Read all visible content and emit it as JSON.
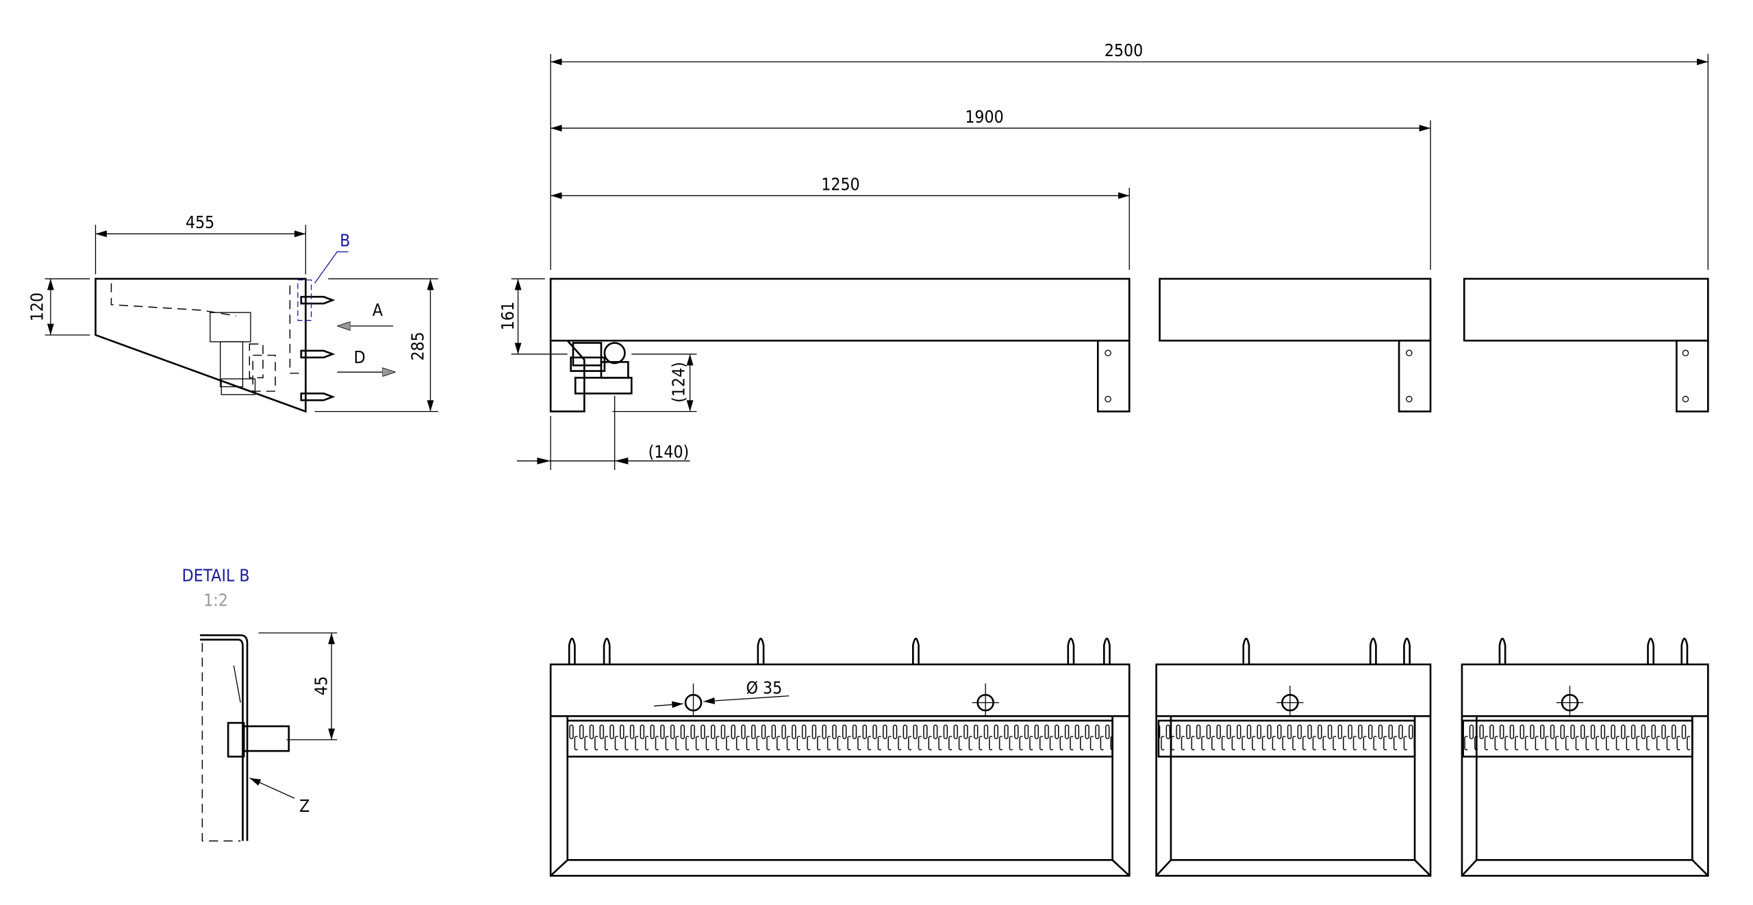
{
  "dimensions": {
    "overall_2500": "2500",
    "length_1900": "1900",
    "length_1250": "1250",
    "depth_455": "455",
    "height_120": "120",
    "height_285": "285",
    "height_161": "161",
    "outlet_124": "(124)",
    "outlet_140": "(140)",
    "hole_dia": "Ø 35",
    "detail_45": "45"
  },
  "labels": {
    "detail_ref": "B",
    "view_a": "A",
    "view_d": "D",
    "detail_title": "DETAIL B",
    "detail_scale": "1:2",
    "part_z": "Z"
  },
  "colors": {
    "annotation": "#1a1a9c",
    "scale_text": "#999999",
    "line": "#000000"
  }
}
